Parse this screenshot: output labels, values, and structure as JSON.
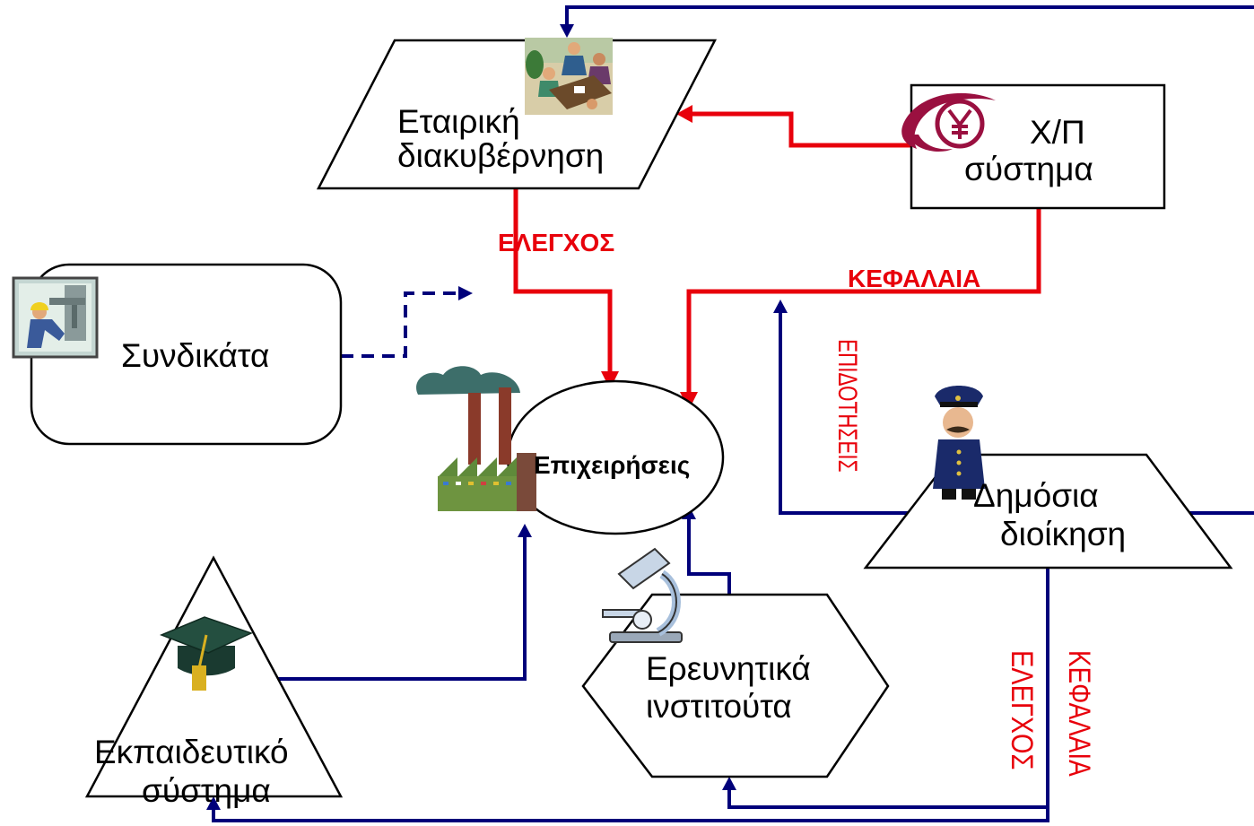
{
  "nodes": {
    "corporate_governance": {
      "line1": "Εταιρική",
      "line2": "διακυβέρνηση"
    },
    "financial_system": {
      "line1": "Χ/Π",
      "line2": "σύστημα"
    },
    "unions": {
      "label": "Συνδικάτα"
    },
    "businesses": {
      "label": "Επιχειρήσεις"
    },
    "education_system": {
      "line1": "Εκπαιδευτικό",
      "line2": "σύστημα"
    },
    "research_institutes": {
      "line1": "Ερευνητικά",
      "line2": "ινστιτούτα"
    },
    "public_administration": {
      "line1": "Δημόσια",
      "line2": "διοίκηση"
    }
  },
  "edge_labels": {
    "control_top": "ΕΛΕΓΧΟΣ",
    "capital_top": "ΚΕΦΑΛΑΙΑ",
    "subsidies": "ΕΠΙΔΟΤΗΣΕΙΣ",
    "control_bottom": "ΕΛΕΓΧΟΣ",
    "capital_bottom": "ΚΕΦΑΛΑΙΑ"
  },
  "icons": {
    "corporate_governance": "meeting-icon",
    "financial_system": "yen-coin-icon",
    "unions": "factory-worker-icon",
    "businesses": "factory-icon",
    "education_system": "graduation-cap-icon",
    "research_institutes": "microscope-icon",
    "public_administration": "police-officer-icon"
  },
  "colors": {
    "red": "#e8000b",
    "navy": "#00007a",
    "outline": "#000000"
  }
}
